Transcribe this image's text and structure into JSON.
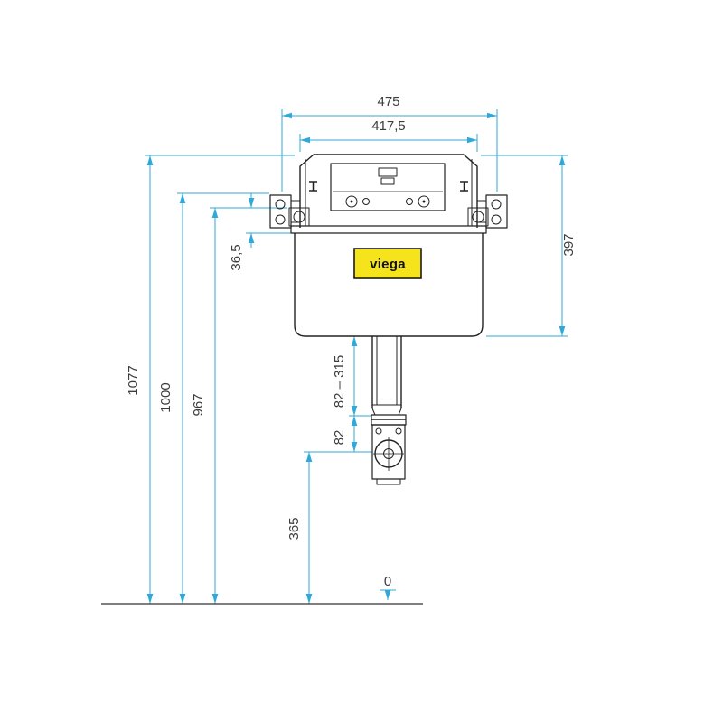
{
  "title": "Concealed cistern technical drawing",
  "brand": {
    "logo_text": "viega"
  },
  "colors": {
    "dimension_line": "#2fa9da",
    "drawing_line": "#222222",
    "ground_line": "#333333",
    "logo_bg": "#f5e31b",
    "logo_border": "#1a1a1a"
  },
  "dimensions": {
    "top_width": "475",
    "frame_width": "417,5",
    "frame_height": "397",
    "lid_depth": "36,5",
    "overall_height": "1077",
    "mid_height": "1000",
    "tank_top_height": "967",
    "flush_pipe_range": "82 – 315",
    "outlet_offset": "82",
    "outlet_height": "365",
    "floor_reference": "0"
  }
}
